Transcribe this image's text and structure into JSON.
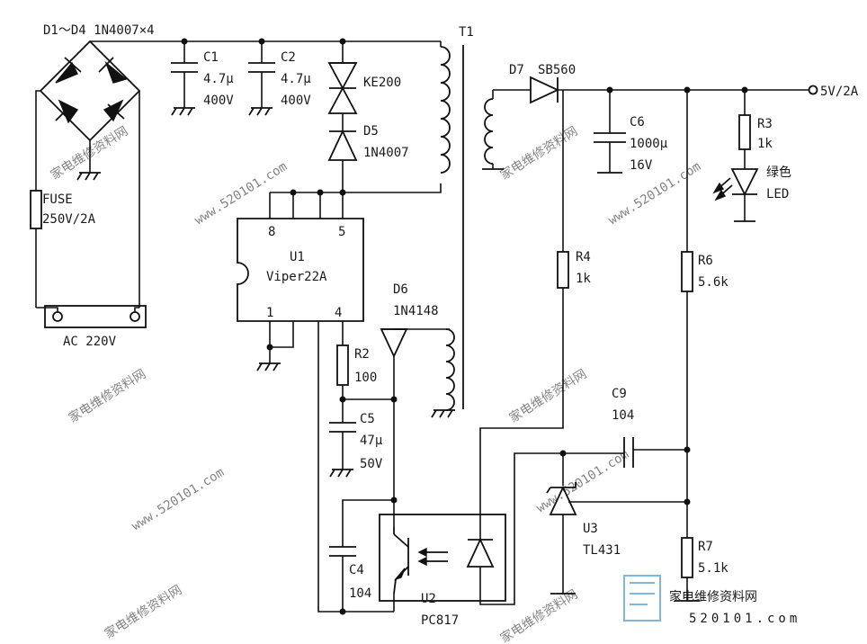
{
  "diagram": {
    "bridge": {
      "label": "D1～D4  1N4007×4"
    },
    "fuse": {
      "label": "FUSE",
      "rating": "250V/2A"
    },
    "ac_input": {
      "label": "AC 220V"
    },
    "c1": {
      "name": "C1",
      "value": "4.7μ",
      "voltage": "400V"
    },
    "c2": {
      "name": "C2",
      "value": "4.7μ",
      "voltage": "400V"
    },
    "tvs": {
      "name": "KE200"
    },
    "d5": {
      "name": "D5",
      "part": "1N4007"
    },
    "transformer": {
      "name": "T1"
    },
    "u1": {
      "name": "U1",
      "part": "Viper22A",
      "pin8": "8",
      "pin5": "5",
      "pin1": "1",
      "pin4": "4"
    },
    "r2": {
      "name": "R2",
      "value": "100"
    },
    "d6": {
      "name": "D6",
      "part": "1N4148"
    },
    "c5": {
      "name": "C5",
      "value": "47μ",
      "voltage": "50V"
    },
    "c4": {
      "name": "C4",
      "value": "104"
    },
    "u2": {
      "name": "U2",
      "part": "PC817"
    },
    "d7": {
      "name": "D7",
      "part": "SB560"
    },
    "c6": {
      "name": "C6",
      "value": "1000μ",
      "voltage": "16V"
    },
    "output": {
      "label": "5V/2A"
    },
    "r3": {
      "name": "R3",
      "value": "1k"
    },
    "led": {
      "color": "绿色",
      "name": "LED"
    },
    "r4": {
      "name": "R4",
      "value": "1k"
    },
    "r6": {
      "name": "R6",
      "value": "5.6k"
    },
    "c9": {
      "name": "C9",
      "value": "104"
    },
    "u3": {
      "name": "U3",
      "part": "TL431"
    },
    "r7": {
      "name": "R7",
      "value": "5.1k"
    }
  },
  "watermark": {
    "site_cn": "家电维修资料网",
    "site_url": "www.520101.com",
    "logo_cn": "家电维修资料网",
    "logo_url": "520101.com"
  }
}
